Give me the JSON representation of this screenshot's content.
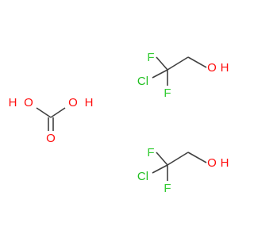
{
  "molecules": [
    {
      "id": "chlorodifluoroethanol-upper",
      "atoms": {
        "f_top": "F",
        "f_bottom": "F",
        "cl": "Cl",
        "o": "O",
        "h": "H"
      }
    },
    {
      "id": "carbonic-acid",
      "atoms": {
        "o_left": "O",
        "h_left": "H",
        "o_right": "O",
        "h_right": "H",
        "o_carbonyl": "O"
      }
    },
    {
      "id": "chlorodifluoroethanol-lower",
      "atoms": {
        "f_top": "F",
        "f_bottom": "F",
        "cl": "Cl",
        "o": "O",
        "h": "H"
      }
    }
  ],
  "colors": {
    "bond": "#404040",
    "fluorine": "#33cc33",
    "chlorine": "#1fbf1f",
    "oxygen": "#ff0d0d",
    "hydrogen": "#ff0d0d"
  }
}
